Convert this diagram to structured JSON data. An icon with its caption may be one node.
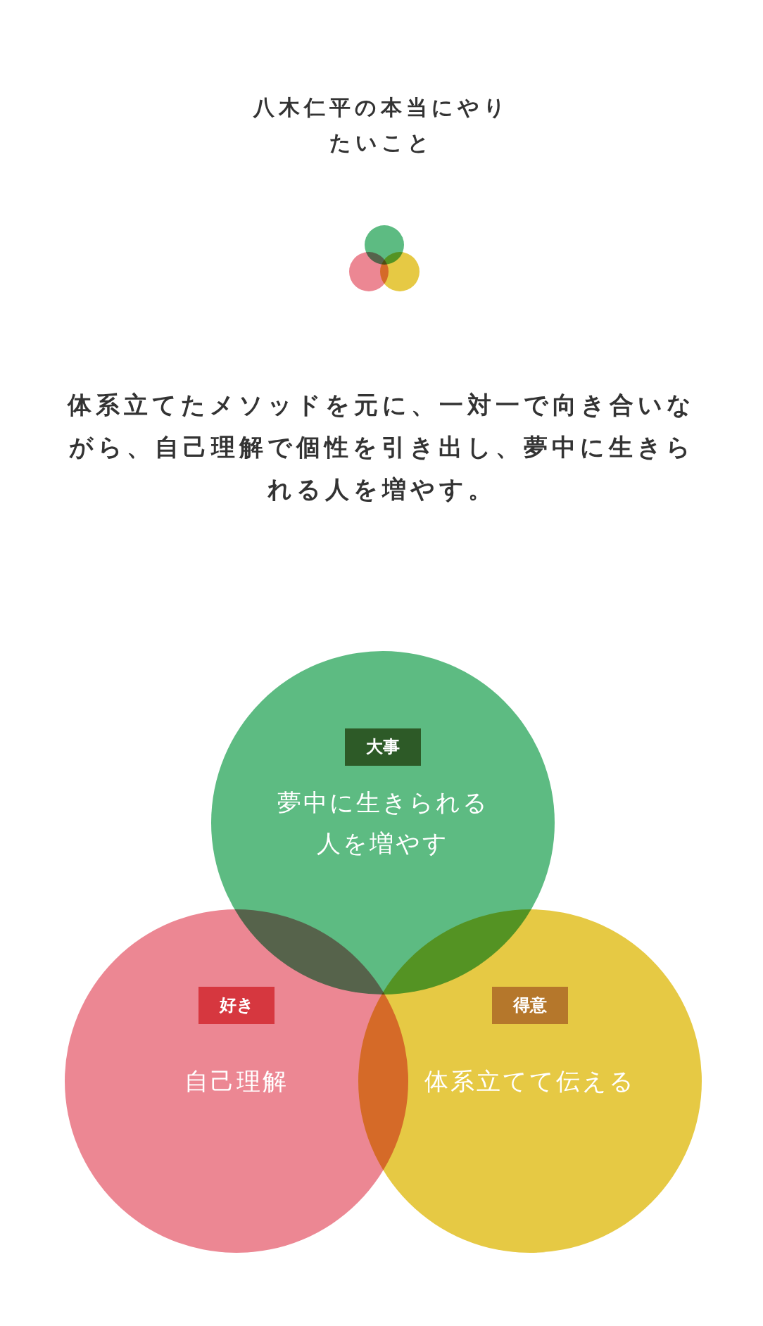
{
  "diagram": {
    "title": "八木仁平の本当にやりたいこと",
    "nodes": [
      {
        "text": [
          "大事",
          "夢中に生きられる人を増やす"
        ]
      },
      {
        "text": [
          "好き",
          "自己理解"
        ]
      },
      {
        "text": [
          "得意",
          "体系立てて伝える"
        ]
      }
    ],
    "labels": [
      "体系立てたメソッドを元に、一対一で向き合いながら、自己理解で個性を引き出し、夢中に生きられる人を増やす。"
    ]
  }
}
